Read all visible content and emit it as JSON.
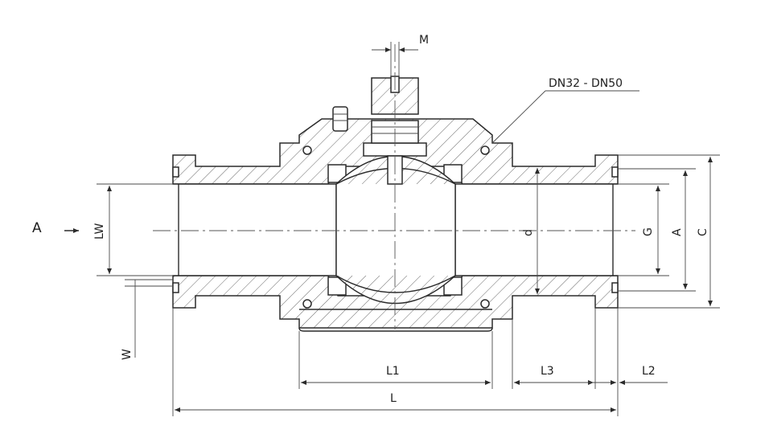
{
  "drawing": {
    "labels": {
      "view_arrow": "A",
      "stem_width": "M",
      "size_range": "DN32 - DN50",
      "bore": "LW",
      "wall": "W",
      "ball_dia": "d",
      "thread": "G",
      "flange_dia": "A",
      "outer_dia": "C",
      "body_length": "L1",
      "end_length": "L3",
      "lip_length": "L2",
      "total_length": "L"
    },
    "colors": {
      "line": "#2b2b2b",
      "hatch": "#6a6a6a",
      "background": "#ffffff"
    }
  }
}
